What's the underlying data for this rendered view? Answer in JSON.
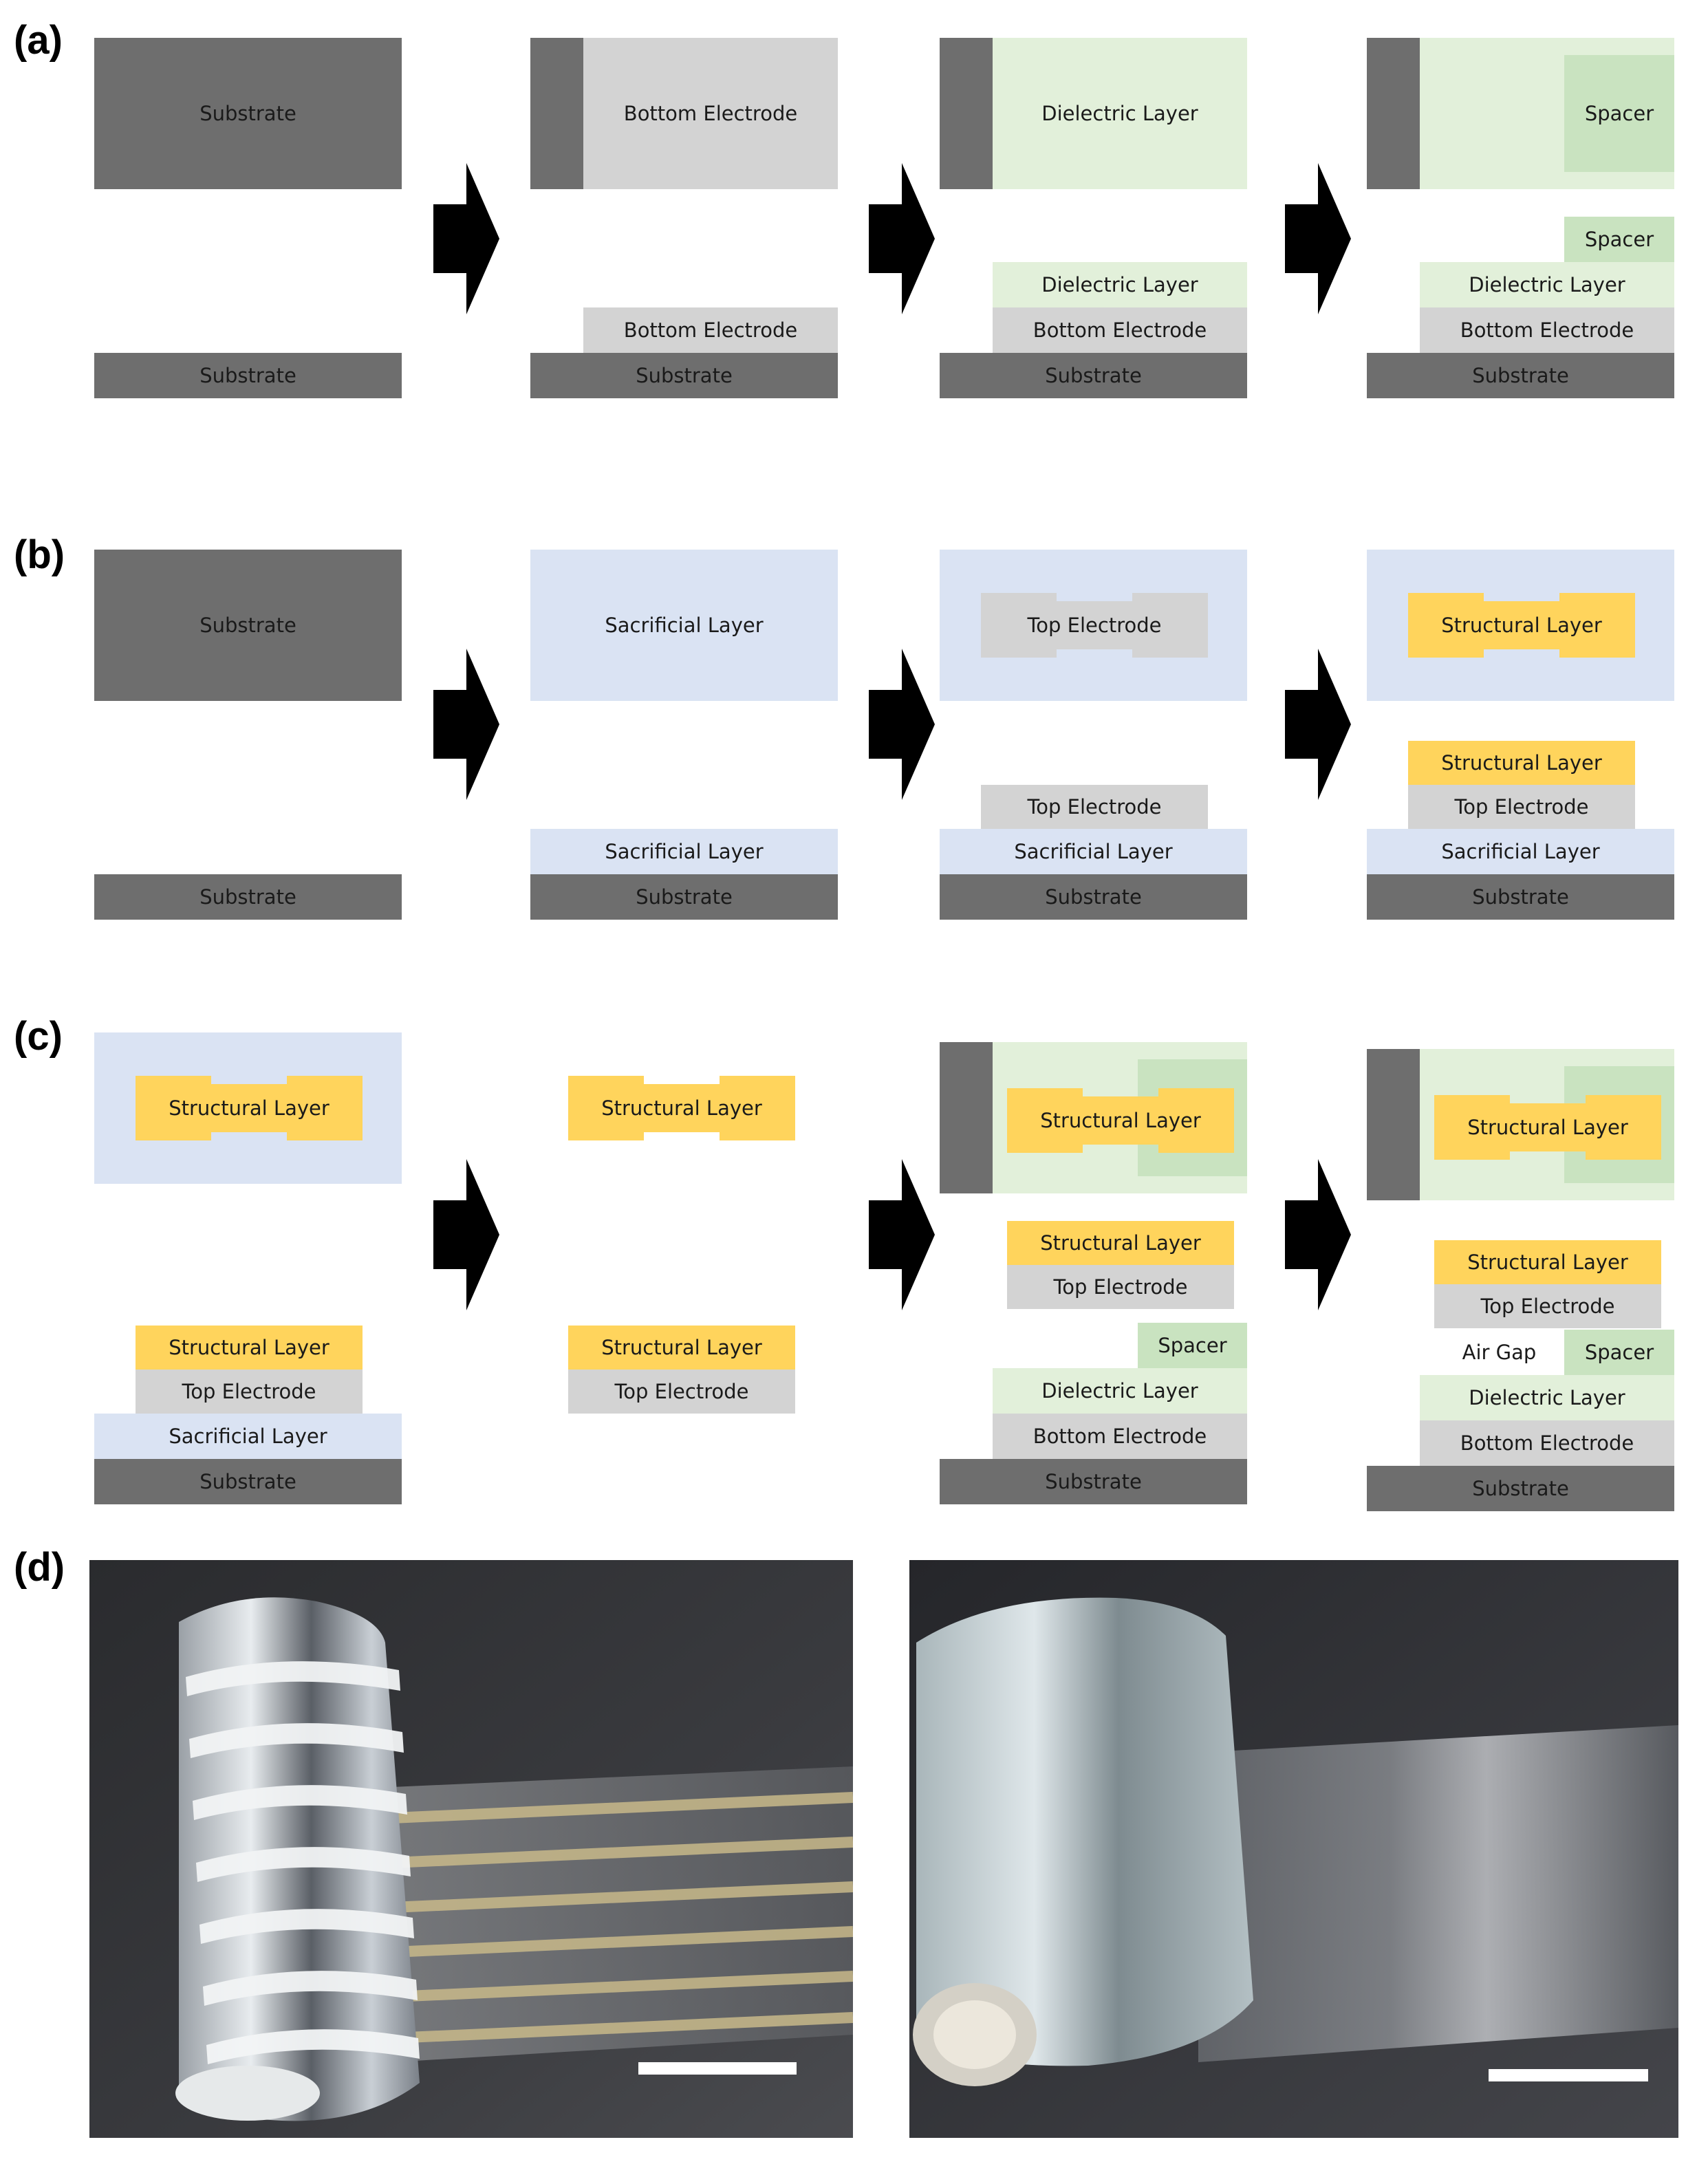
{
  "panels": {
    "a": {
      "label": "(a)"
    },
    "b": {
      "label": "(b)"
    },
    "c": {
      "label": "(c)"
    },
    "d": {
      "label": "(d)"
    }
  },
  "layers": {
    "substrate": "Substrate",
    "bottom_electrode": "Bottom Electrode",
    "dielectric": "Dielectric Layer",
    "spacer": "Spacer",
    "sacrificial": "Sacrificial Layer",
    "top_electrode": "Top Electrode",
    "structural": "Structural Layer",
    "air_gap": "Air Gap"
  },
  "colors": {
    "substrate": "#6e6e6e",
    "bottom_electrode": "#d3d3d3",
    "dielectric": "#e2f0da",
    "spacer": "#c9e3c0",
    "sacrificial": "#dae3f3",
    "structural": "#ffd45c",
    "top_electrode": "#d3d3d3",
    "arrow": "#000000",
    "scale_bar": "#ffffff"
  },
  "icons": {
    "arrows": "right-arrow-icon",
    "photo_left": "striped-film-roll-photo",
    "photo_right": "transparent-film-roll-photo"
  }
}
